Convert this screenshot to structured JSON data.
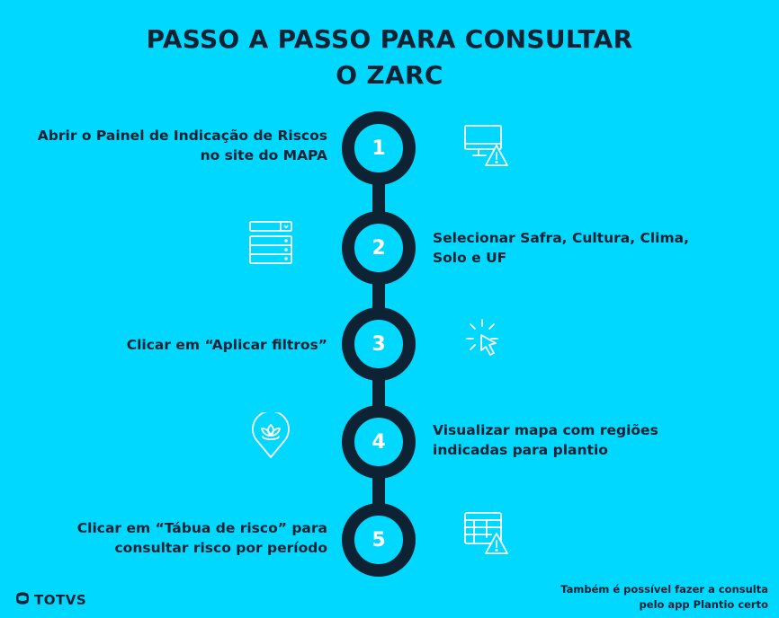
{
  "title": {
    "line1": "PASSO A PASSO PARA CONSULTAR",
    "line2": "O ZARC"
  },
  "colors": {
    "background": "#00d8ff",
    "dark": "#0d2233",
    "number": "#ffffff",
    "icon_stroke": "#ffffff"
  },
  "steps": [
    {
      "number": "1",
      "text_line1": "Abrir o Painel de Indicação de Riscos",
      "text_line2": "no site do MAPA",
      "text_side": "left",
      "icon": "monitor-warning-icon",
      "icon_side": "right"
    },
    {
      "number": "2",
      "text_line1": "Selecionar Safra, Cultura, Clima,",
      "text_line2": "Solo e UF",
      "text_side": "right",
      "icon": "filter-form-icon",
      "icon_side": "left"
    },
    {
      "number": "3",
      "text_line1": "Clicar em “Aplicar filtros”",
      "text_line2": "",
      "text_side": "left",
      "icon": "cursor-click-icon",
      "icon_side": "right"
    },
    {
      "number": "4",
      "text_line1": "Visualizar mapa com regiões",
      "text_line2": "indicadas para plantio",
      "text_side": "right",
      "icon": "plant-location-pin-icon",
      "icon_side": "left"
    },
    {
      "number": "5",
      "text_line1": "Clicar em “Tábua de risco” para",
      "text_line2": "consultar risco por período",
      "text_side": "left",
      "icon": "table-warning-icon",
      "icon_side": "right"
    }
  ],
  "logo": {
    "text": "TOTVS"
  },
  "footnote": {
    "line1": "Também é possível fazer a consulta",
    "line2": "pelo app Plantio certo"
  }
}
